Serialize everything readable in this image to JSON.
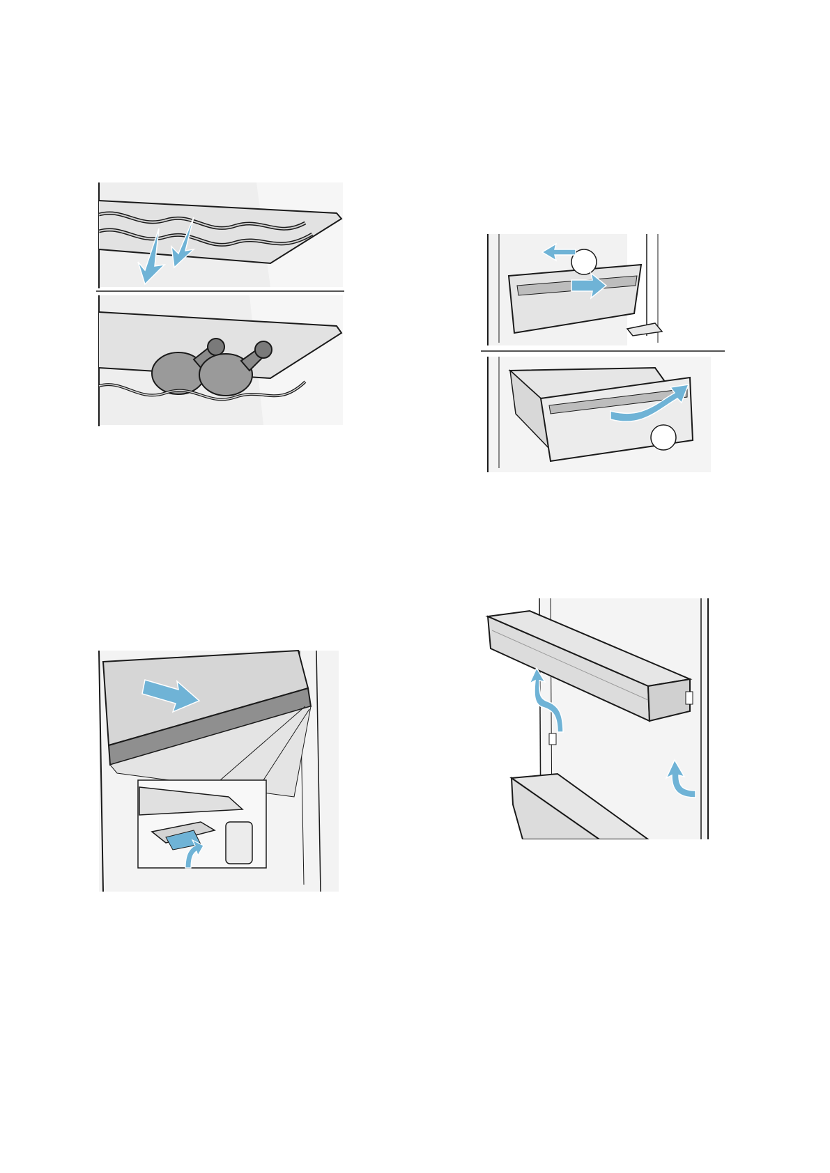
{
  "page": {
    "figures": [
      {
        "id": "wine-rack",
        "icon": "wine-rack-illustration"
      },
      {
        "id": "vegetable-drawer",
        "icon": "drawer-removal-illustration"
      },
      {
        "id": "glass-shelf",
        "icon": "shelf-removal-illustration"
      },
      {
        "id": "door-shelf",
        "icon": "door-rack-removal-illustration"
      }
    ],
    "colors": {
      "arrow": "#6fb3d6",
      "line": "#1a1a1a",
      "panel": "#eeeeee",
      "panel_light": "#f6f6f6"
    }
  }
}
